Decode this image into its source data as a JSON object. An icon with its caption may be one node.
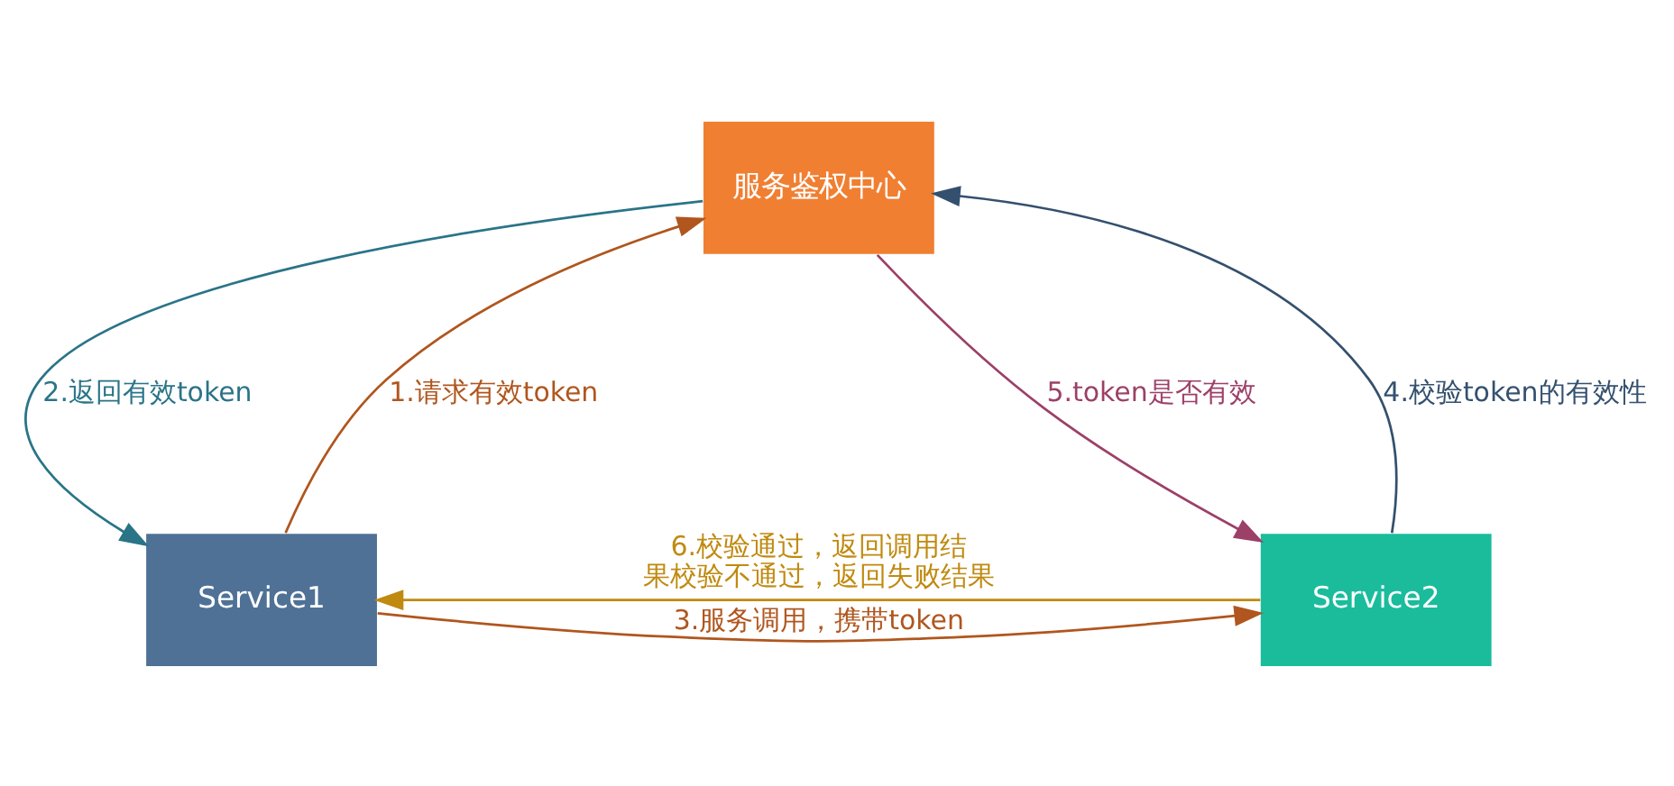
{
  "diagram": {
    "nodes": [
      {
        "text": [
          "服务鉴权中心"
        ]
      },
      {
        "text": [
          "Service1"
        ]
      },
      {
        "text": [
          "Service2"
        ]
      }
    ],
    "edges": [
      {
        "from": 1,
        "to": 0,
        "arrow": "to",
        "label": "1.请求有效token",
        "color": "#b0561e"
      },
      {
        "from": 0,
        "to": 1,
        "arrow": "to",
        "label": "2.返回有效token",
        "color": "#2a7488"
      },
      {
        "from": 1,
        "to": 2,
        "arrow": "to",
        "label": "3.服务调用，携带token",
        "color": "#b0561e"
      },
      {
        "from": 2,
        "to": 0,
        "arrow": "to",
        "label": "4.校验token的有效性",
        "color": "#34506e"
      },
      {
        "from": 0,
        "to": 2,
        "arrow": "to",
        "label": "5.token是否有效",
        "color": "#9c4068"
      },
      {
        "from": 2,
        "to": 1,
        "arrow": "to",
        "label": "6.校验通过，返回调用结果校验不通过，返回失败结果",
        "color": "#c08a10"
      }
    ]
  }
}
